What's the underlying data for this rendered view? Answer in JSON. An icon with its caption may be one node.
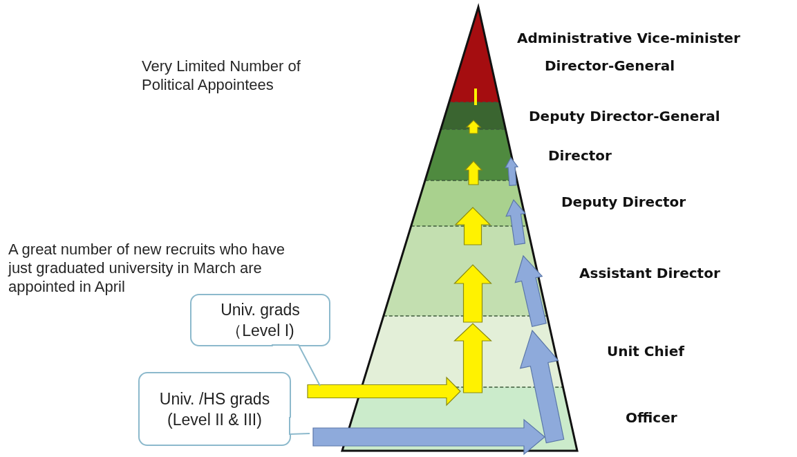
{
  "diagram": {
    "nodes": [
      {
        "text": [
          "Univ. grads （Level I)"
        ]
      },
      {
        "text": [
          "Univ. /HS grads (Level II & III)"
        ]
      }
    ],
    "labels": [
      "Administrative Vice-minister",
      "Director-General",
      "Very Limited Number of Political Appointees",
      "Deputy Director-General",
      "Director",
      "Deputy Director",
      "A great number of new recruits who have just graduated university in March are appointed in April",
      "Assistant Director",
      "Unit Chief",
      "Officer"
    ]
  }
}
